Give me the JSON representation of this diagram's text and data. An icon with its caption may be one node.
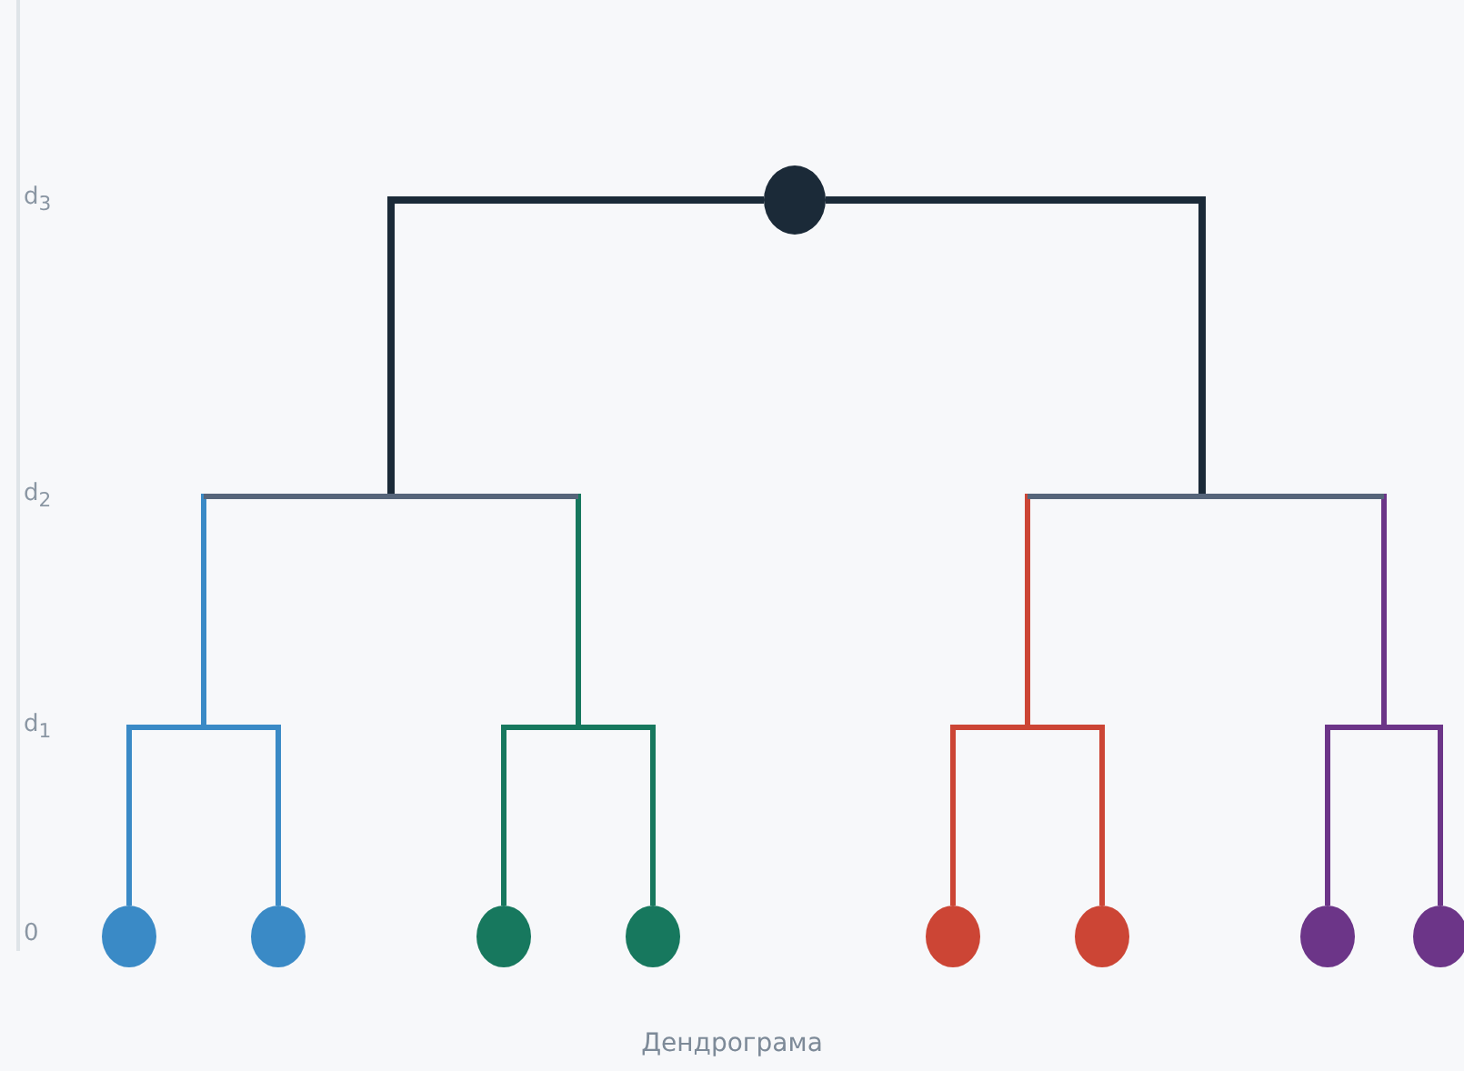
{
  "diagram": {
    "caption": "Дендрограма",
    "nodes": [
      {
        "text": [],
        "shape": "circle"
      },
      {
        "text": [],
        "shape": "circle"
      },
      {
        "text": [],
        "shape": "circle"
      },
      {
        "text": [],
        "shape": "circle"
      },
      {
        "text": [],
        "shape": "circle"
      },
      {
        "text": [],
        "shape": "circle"
      },
      {
        "text": [],
        "shape": "circle"
      },
      {
        "text": [],
        "shape": "circle"
      },
      {
        "text": [],
        "shape": "circle"
      }
    ],
    "edges": [
      {
        "from": 0,
        "to": 1,
        "arrow": "none",
        "color": "#3a8ac6"
      },
      {
        "from": 0,
        "to": 2,
        "arrow": "none",
        "color": "#3a8ac6"
      },
      {
        "from": 0,
        "to": 3,
        "arrow": "none",
        "color": "#17785e"
      },
      {
        "from": 0,
        "to": 4,
        "arrow": "none",
        "color": "#17785e"
      },
      {
        "from": 0,
        "to": 5,
        "arrow": "none",
        "color": "#cc4535"
      },
      {
        "from": 0,
        "to": 6,
        "arrow": "none",
        "color": "#cc4535"
      },
      {
        "from": 0,
        "to": 7,
        "arrow": "none",
        "color": "#6c3588"
      },
      {
        "from": 0,
        "to": 8,
        "arrow": "none",
        "color": "#6c3588"
      }
    ],
    "labels": [
      "d$_{3}$",
      "d$_{2}$",
      "d$_{1}$",
      "0"
    ]
  }
}
